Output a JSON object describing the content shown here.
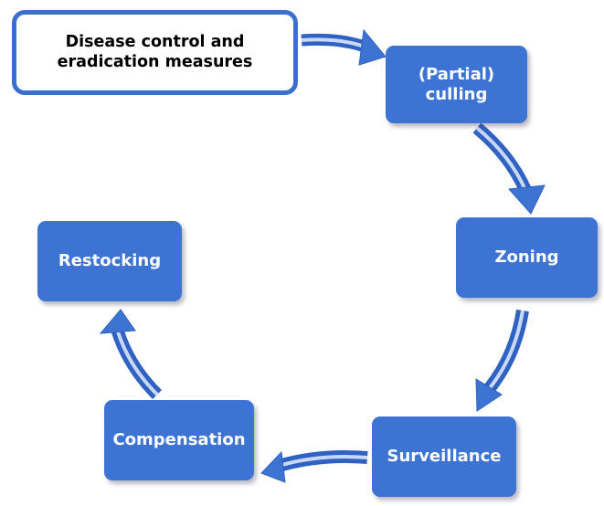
{
  "title_box": {
    "text": "Disease control and eradication measures"
  },
  "steps": [
    {
      "label": "(Partial) culling"
    },
    {
      "label": "Zoning"
    },
    {
      "label": "Surveillance"
    },
    {
      "label": "Compensation"
    },
    {
      "label": "Restocking"
    }
  ],
  "colors": {
    "box_fill": "#3d74d4",
    "title_border": "#3a6fd0",
    "arrow": "#3d74d4",
    "step_text": "#ffffff",
    "title_text": "#000000"
  }
}
